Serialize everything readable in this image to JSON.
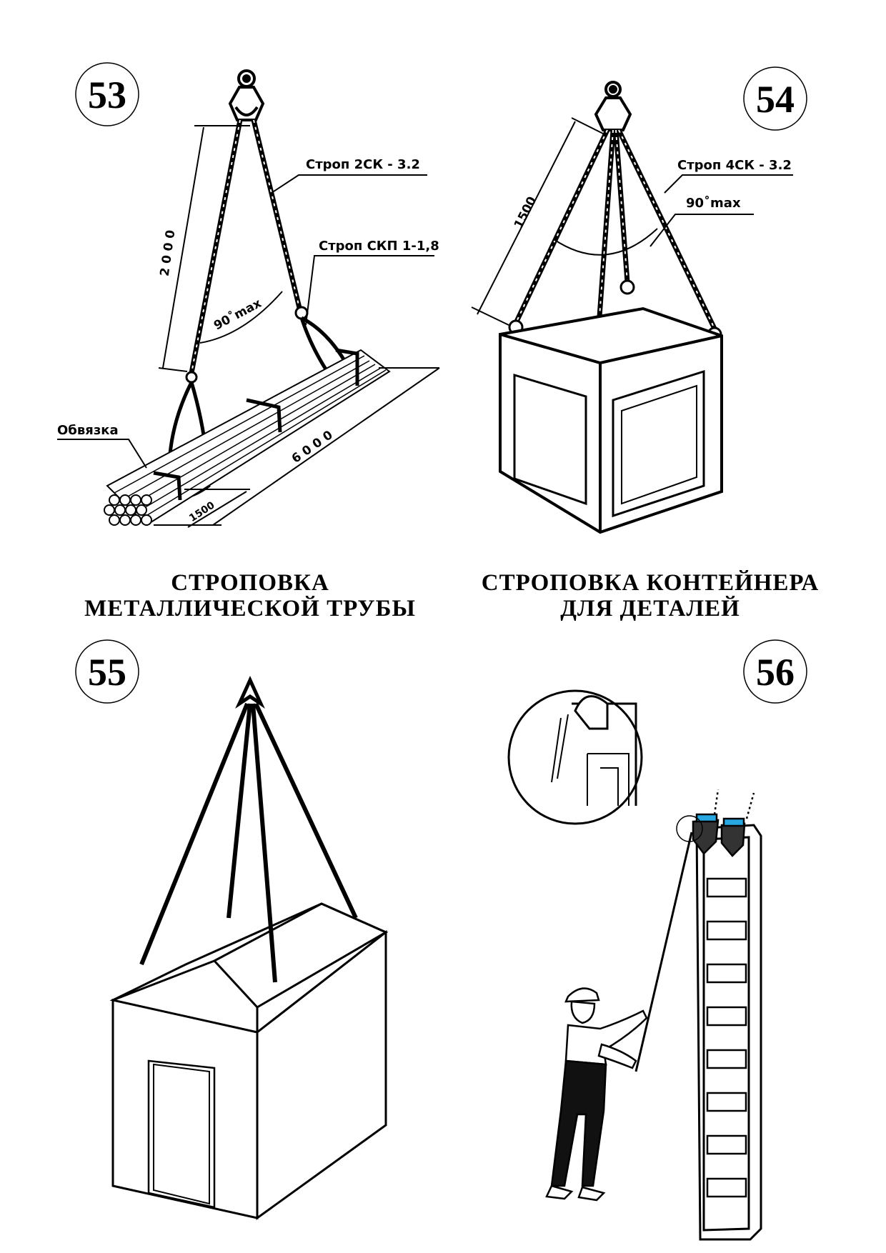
{
  "panels": [
    {
      "number": "53",
      "caption": [
        "СТРОПОВКА",
        "МЕТАЛЛИЧЕСКОЙ  ТРУБЫ"
      ],
      "labels": {
        "sling_main": "Строп  2СК - 3.2",
        "sling_pipe": "Строп  СКП 1-1,8",
        "binding": "Обвязка",
        "angle": "90˚max"
      },
      "dims": {
        "height": "2 0 0 0",
        "length": "6 0 0 0",
        "width": "1500"
      }
    },
    {
      "number": "54",
      "caption": [
        "СТРОПОВКА  КОНТЕЙНЕРА",
        "ДЛЯ  ДЕТАЛЕЙ"
      ],
      "labels": {
        "sling_main": "Строп  4СК - 3.2",
        "angle": "90˚max"
      },
      "dims": {
        "height": "1500"
      }
    },
    {
      "number": "55"
    },
    {
      "number": "56"
    }
  ]
}
